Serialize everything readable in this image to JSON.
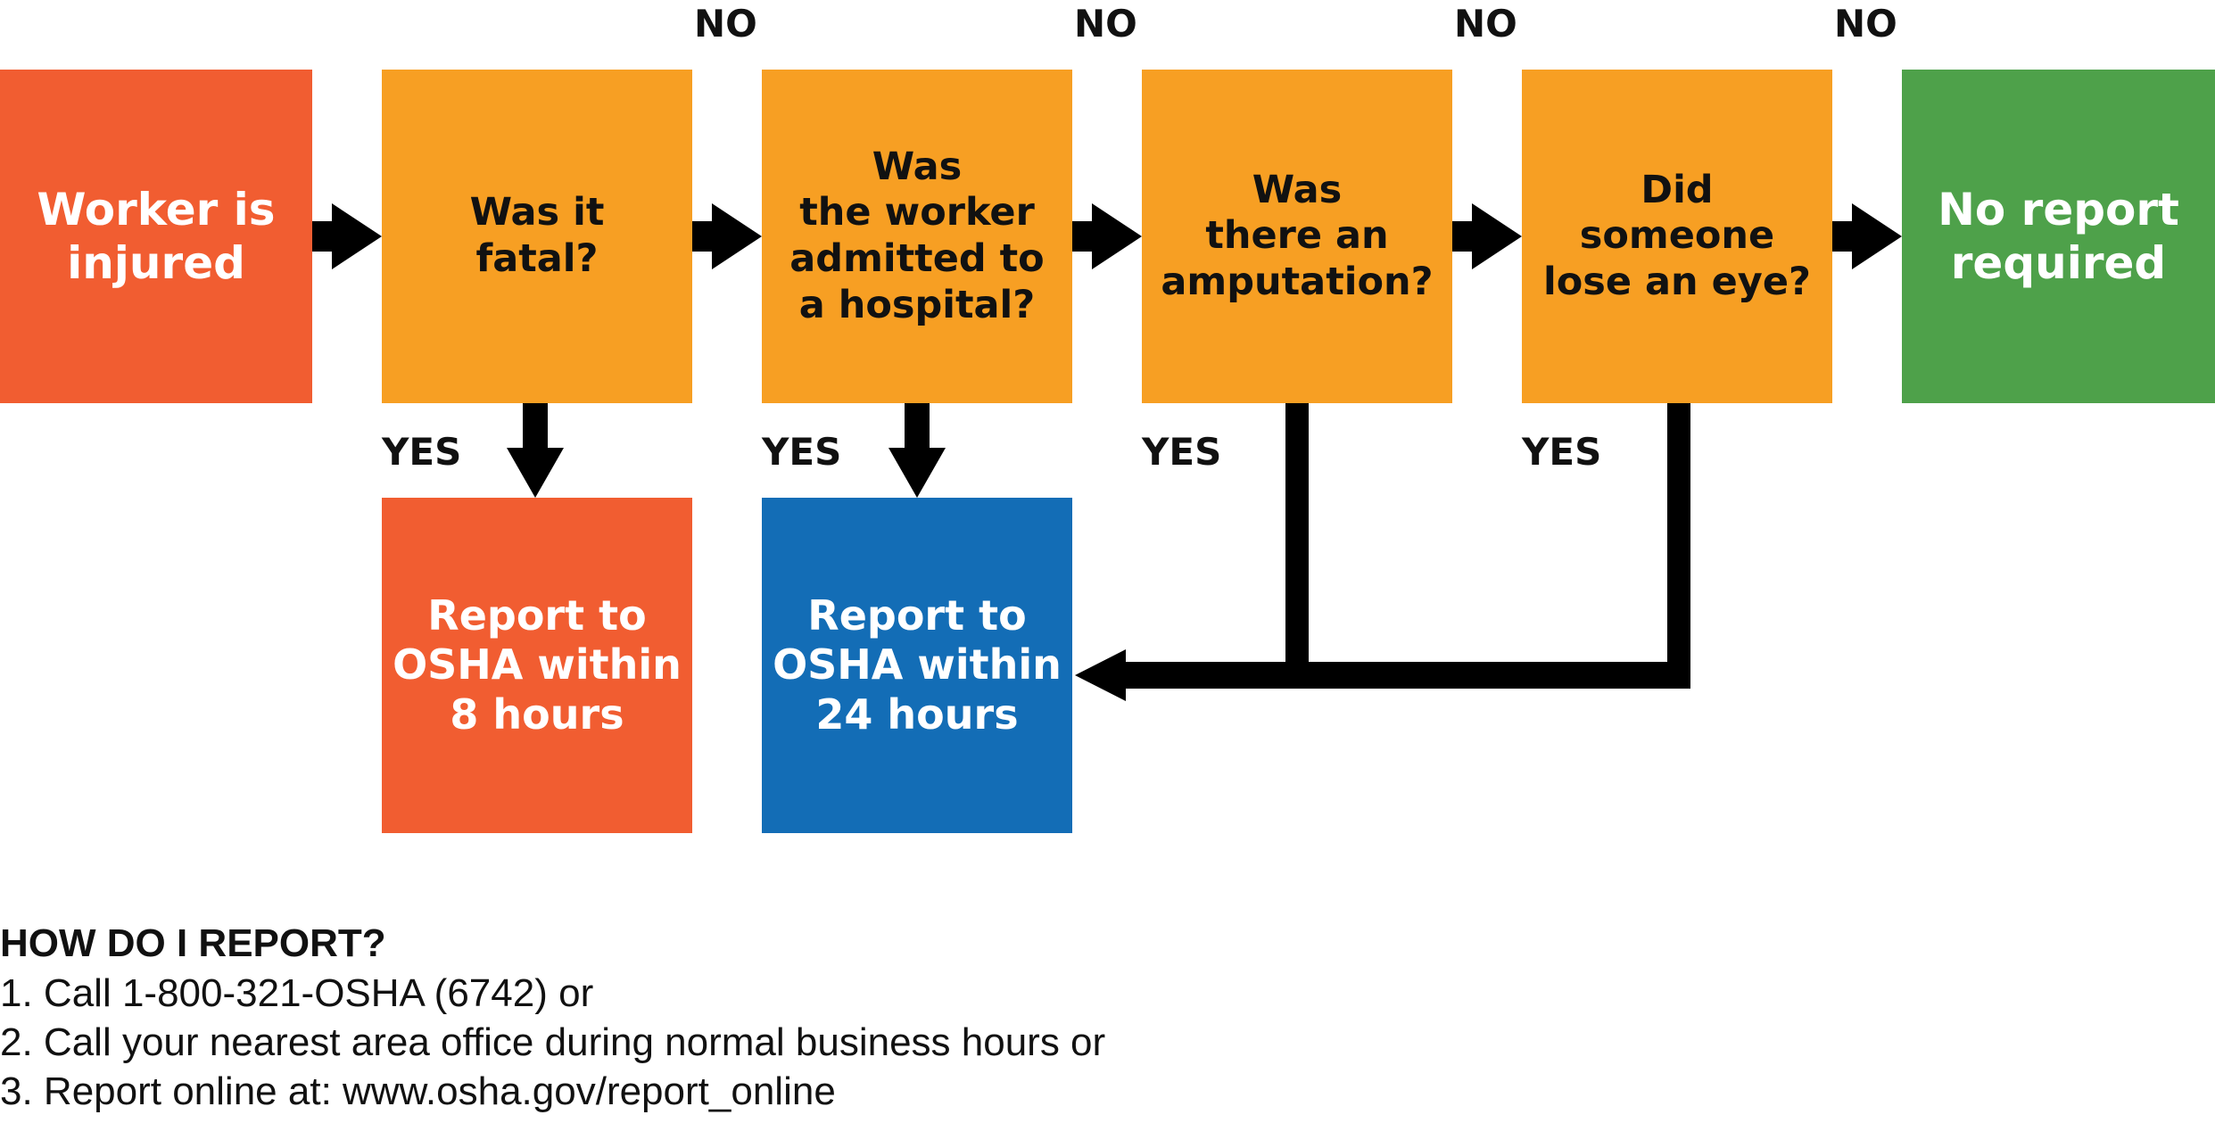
{
  "colors": {
    "question": "#f79f23",
    "worker_injured": "#f15d31",
    "report_8": "#f15d31",
    "report_24": "#136db6",
    "no_report": "#4ea14a",
    "arrow": "#000000"
  },
  "nodes": {
    "start": "Worker is\ninjured",
    "q_fatal": "Was it\nfatal?",
    "q_hospital": "Was\nthe worker\nadmitted to\na hospital?",
    "q_amputation": "Was\nthere an\namputation?",
    "q_eye": "Did\nsomeone\nlose an eye?",
    "end_none": "No report\nrequired",
    "report_8": "Report to\nOSHA within\n8 hours",
    "report_24": "Report to\nOSHA within\n24 hours"
  },
  "labels": {
    "no": "NO",
    "yes": "YES"
  },
  "info": {
    "heading": "HOW DO I REPORT?",
    "items": [
      "1. Call 1-800-321-OSHA (6742) or",
      "2. Call your nearest area office during normal business hours or",
      "3. Report online at: www.osha.gov/report_online"
    ]
  }
}
